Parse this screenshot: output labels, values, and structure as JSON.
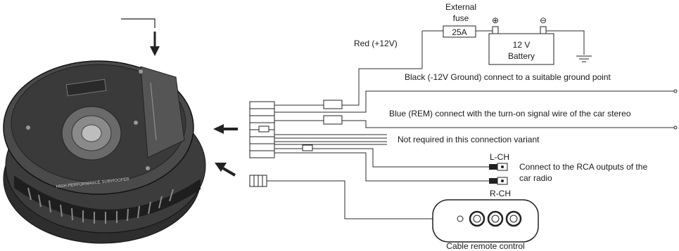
{
  "fuse": {
    "label_line1": "External",
    "label_line2": "fuse",
    "rating": "25A"
  },
  "battery": {
    "line1": "12 V",
    "line2": "Battery",
    "plus_symbol": "⊕",
    "minus_symbol": "⊖"
  },
  "wires": {
    "red": "Red (+12V)",
    "black": "Black (-12V Ground) connect to a suitable ground point",
    "blue": "Blue (REM) connect with the turn-on signal wire of the car stereo",
    "not_required": "Not required in this connection variant"
  },
  "rca": {
    "left": "L-CH",
    "right": "R-CH",
    "note_line1": "Connect to the RCA outputs of the",
    "note_line2": "car radio"
  },
  "remote": {
    "label": "Cable remote control"
  },
  "subwoofer": {
    "label": "HIGH PERFORMANCE SUBWOOFER"
  }
}
